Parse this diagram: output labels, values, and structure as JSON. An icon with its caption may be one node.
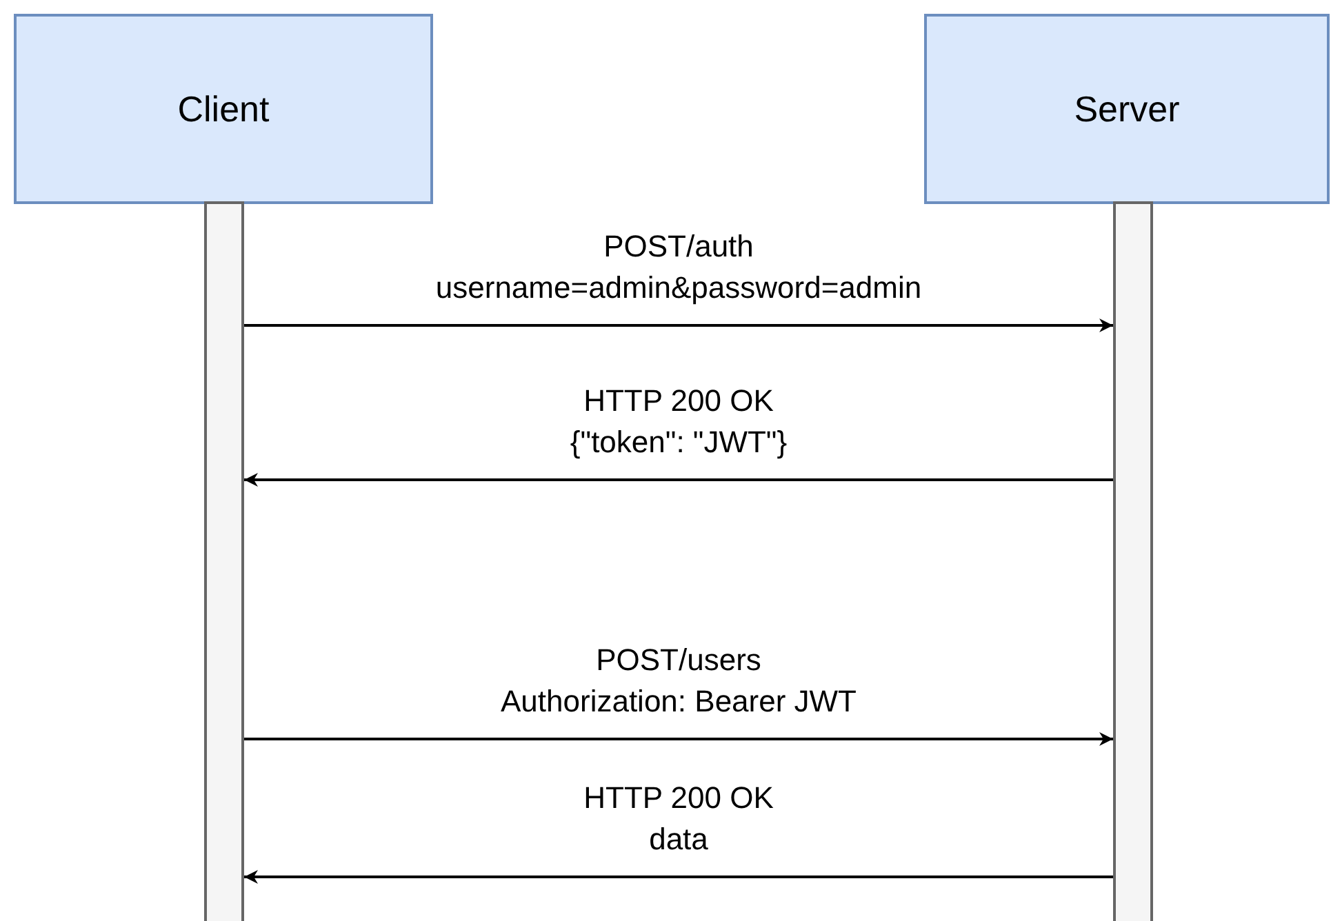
{
  "diagram": {
    "nodes": [
      {
        "text": [
          "Client"
        ]
      },
      {
        "text": [
          "Server"
        ]
      },
      {
        "text": [],
        "shape": "bar"
      },
      {
        "text": [],
        "shape": "bar"
      }
    ],
    "edges": [
      {
        "from": 2,
        "to": 3,
        "arrow": "to",
        "label": "POST/auth username=admin&password=admin"
      },
      {
        "from": 3,
        "to": 2,
        "arrow": "to",
        "label": "HTTP 200 OK {\"token\": \"JWT\"}"
      },
      {
        "from": 2,
        "to": 3,
        "arrow": "to",
        "label": "POST/users Authorization: Bearer JWT"
      },
      {
        "from": 3,
        "to": 2,
        "arrow": "to",
        "label": "HTTP 200 OK data"
      }
    ]
  }
}
